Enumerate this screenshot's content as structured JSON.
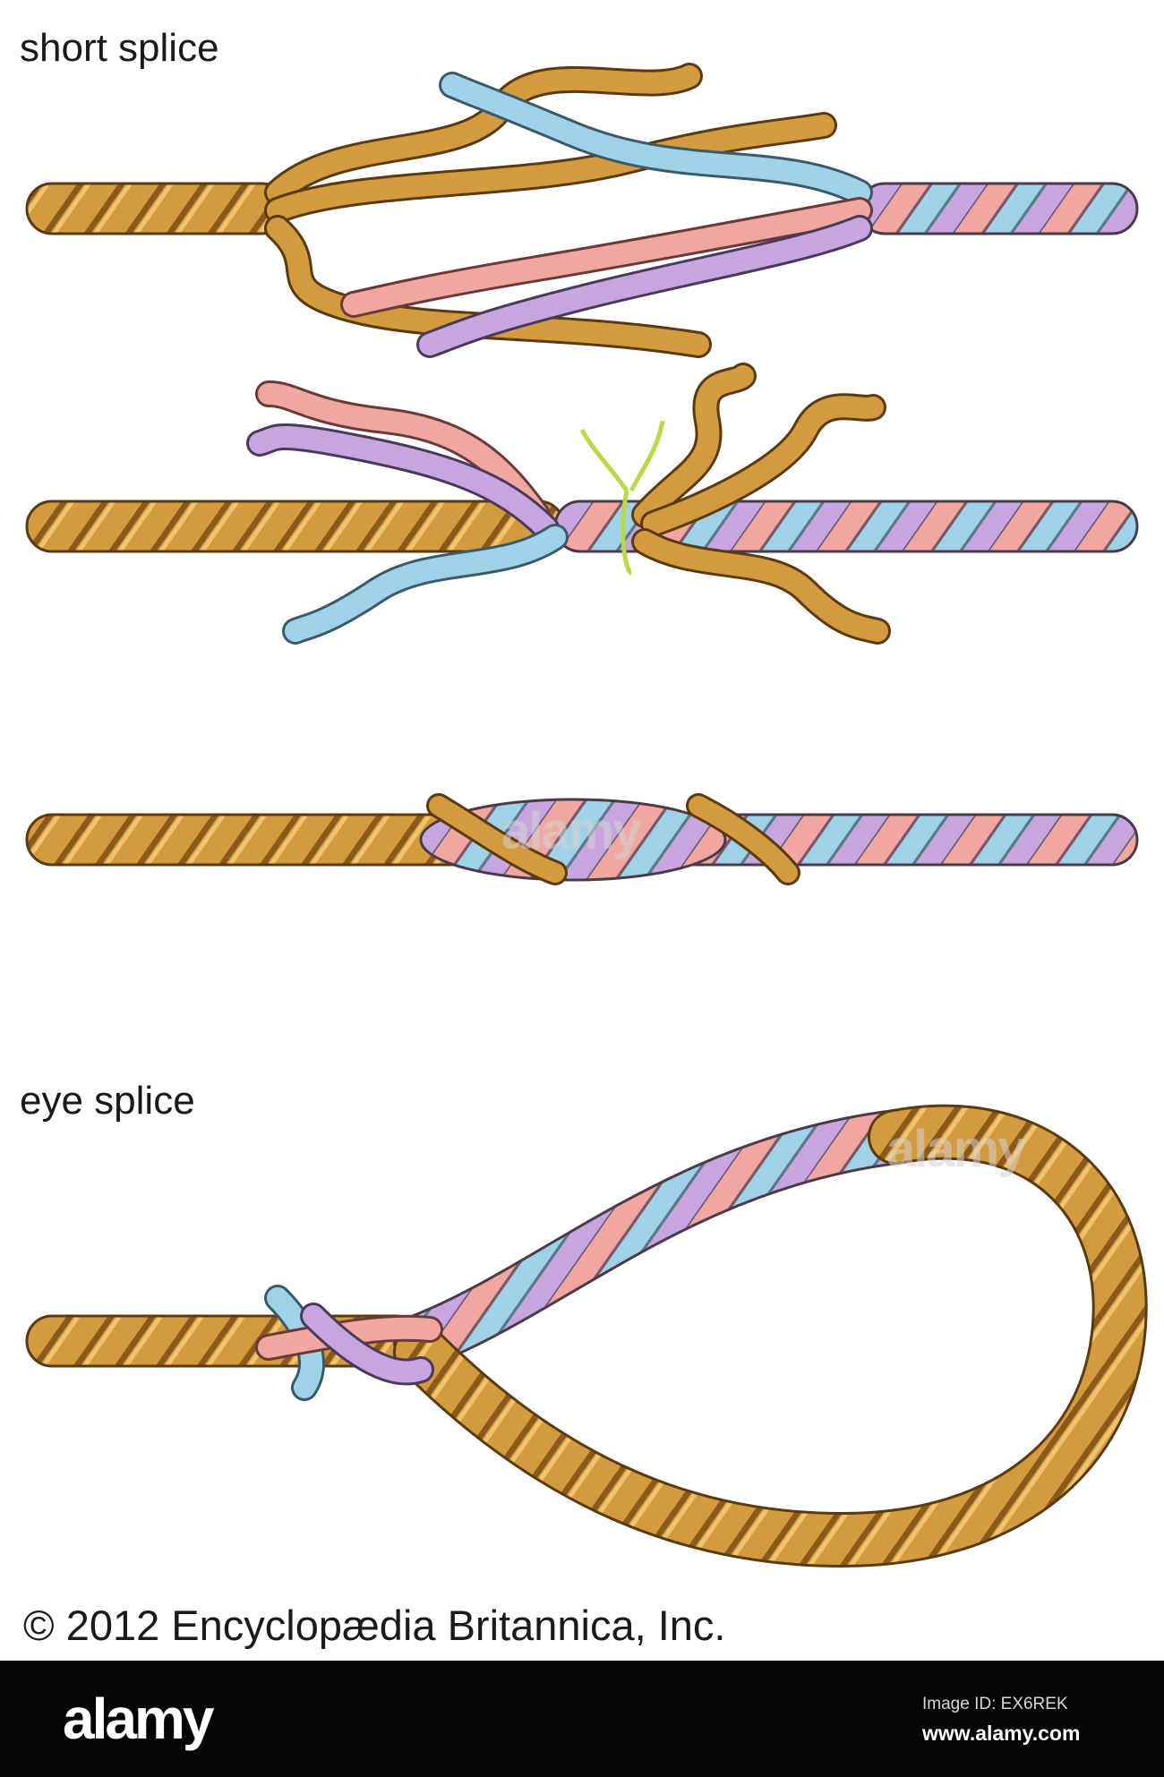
{
  "labels": {
    "short_splice": "short splice",
    "eye_splice": "eye splice",
    "credit": "© 2012 Encyclopædia Britannica, Inc."
  },
  "watermark": {
    "text": "alamy"
  },
  "footer": {
    "logo": "alamy",
    "image_id": "Image ID: EX6REK",
    "url": "www.alamy.com"
  },
  "colors": {
    "rope_gold": "#d49a3e",
    "rope_gold_dark": "#8a5a1c",
    "strand_blue": "#9fd2e6",
    "strand_pink": "#f0a7a0",
    "strand_lilac": "#c7a6e0",
    "whipping_green": "#b7d94a",
    "footer_bg": "#050505"
  }
}
